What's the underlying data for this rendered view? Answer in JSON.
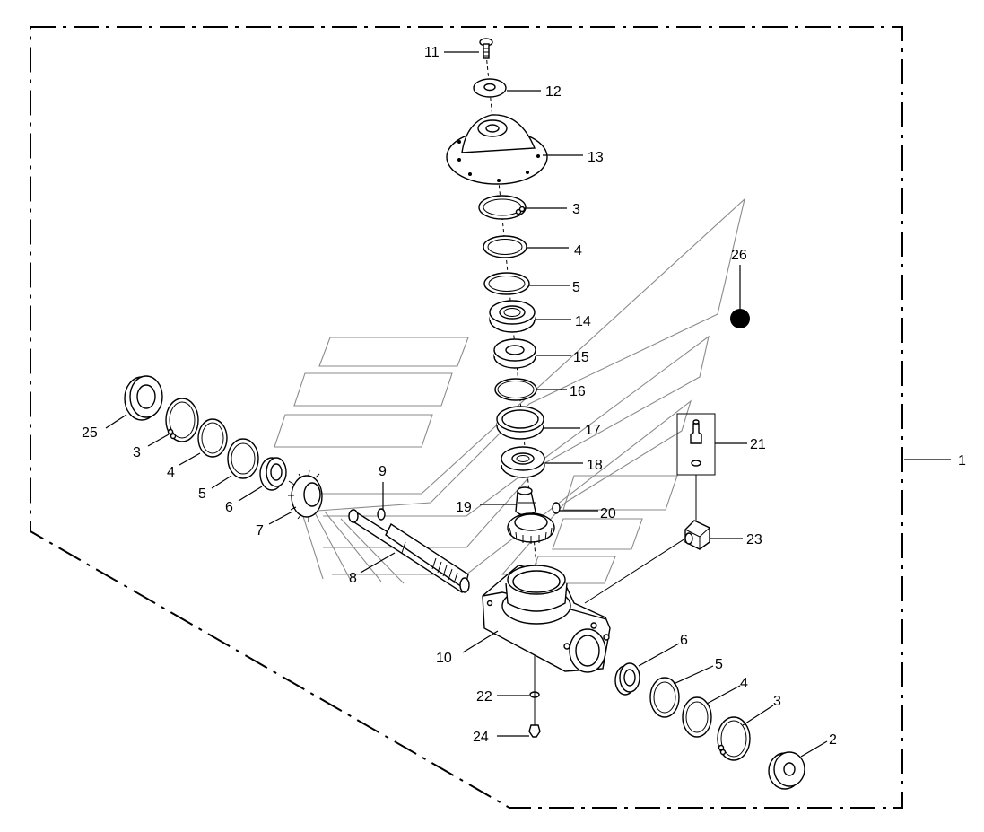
{
  "callouts": {
    "c1": "1",
    "c2": "2",
    "c3a": "3",
    "c3b": "3",
    "c3c": "3",
    "c4a": "4",
    "c4b": "4",
    "c4c": "4",
    "c5a": "5",
    "c5b": "5",
    "c5c": "5",
    "c6a": "6",
    "c6b": "6",
    "c7": "7",
    "c8": "8",
    "c9": "9",
    "c10": "10",
    "c11": "11",
    "c12": "12",
    "c13": "13",
    "c14": "14",
    "c15": "15",
    "c16": "16",
    "c17": "17",
    "c18": "18",
    "c19": "19",
    "c20": "20",
    "c21": "21",
    "c22": "22",
    "c23": "23",
    "c24": "24",
    "c25": "25",
    "c26": "26"
  }
}
